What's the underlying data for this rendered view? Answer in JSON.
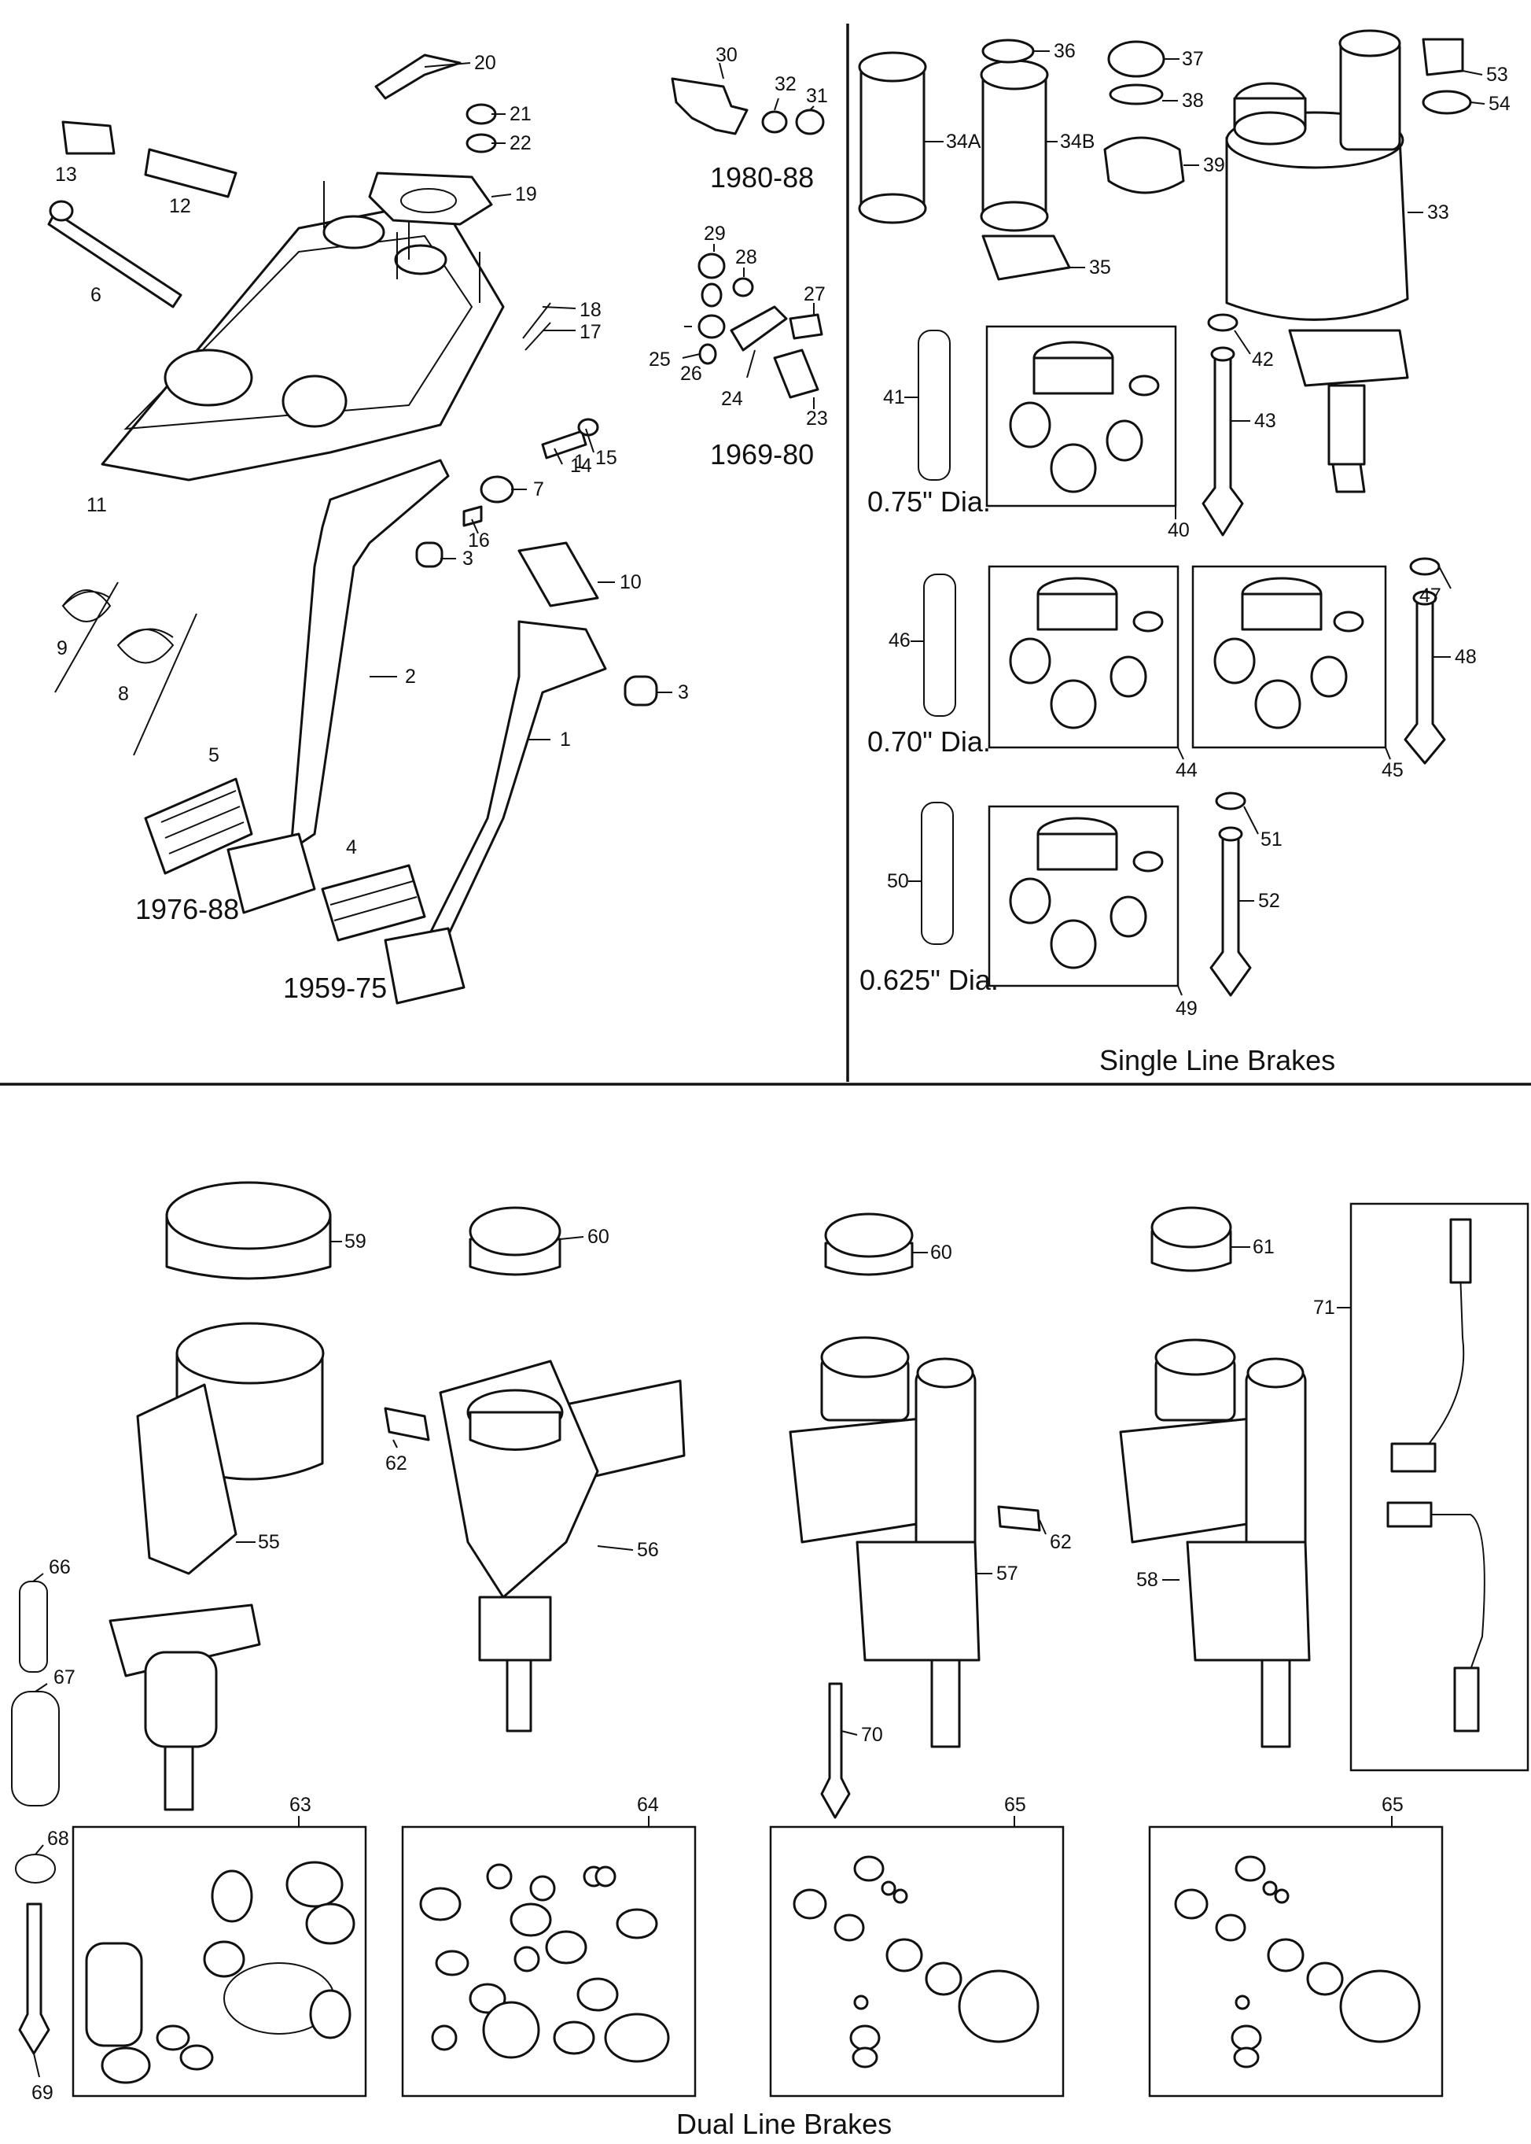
{
  "sections": {
    "single_line": {
      "caption": "Single Line Brakes"
    },
    "dual_line": {
      "caption": "Dual Line Brakes"
    }
  },
  "years": {
    "y1980_88": "1980-88",
    "y1969_80": "1969-80",
    "y1976_88": "1976-88",
    "y1959_75": "1959-75"
  },
  "diameters": {
    "d075": "0.75\" Dia.",
    "d070": "0.70\" Dia.",
    "d0625": "0.625\" Dia."
  },
  "labels": {
    "p1": "1",
    "p2": "2",
    "p3a": "3",
    "p3b": "3",
    "p4": "4",
    "p5": "5",
    "p6": "6",
    "p7": "7",
    "p8": "8",
    "p9": "9",
    "p10": "10",
    "p11": "11",
    "p12": "12",
    "p13": "13",
    "p14": "14",
    "p15": "15",
    "p16": "16",
    "p17": "17",
    "p18": "18",
    "p19": "19",
    "p20": "20",
    "p21": "21",
    "p22": "22",
    "p23": "23",
    "p24": "24",
    "p25": "25",
    "p26": "26",
    "p27": "27",
    "p28": "28",
    "p29": "29",
    "p30": "30",
    "p31": "31",
    "p32": "32",
    "p33": "33",
    "p34a": "34A",
    "p34b": "34B",
    "p35": "35",
    "p36": "36",
    "p37": "37",
    "p38": "38",
    "p39": "39",
    "p40": "40",
    "p41": "41",
    "p42": "42",
    "p43": "43",
    "p44": "44",
    "p45": "45",
    "p46": "46",
    "p47": "47",
    "p48": "48",
    "p49": "49",
    "p50": "50",
    "p51": "51",
    "p52": "52",
    "p53": "53",
    "p54": "54",
    "p55": "55",
    "p56": "56",
    "p57": "57",
    "p58": "58",
    "p59": "59",
    "p60a": "60",
    "p60b": "60",
    "p61": "61",
    "p62a": "62",
    "p62b": "62",
    "p63": "63",
    "p64": "64",
    "p65a": "65",
    "p65b": "65",
    "p66": "66",
    "p67": "67",
    "p68": "68",
    "p69": "69",
    "p70": "70",
    "p71": "71"
  }
}
